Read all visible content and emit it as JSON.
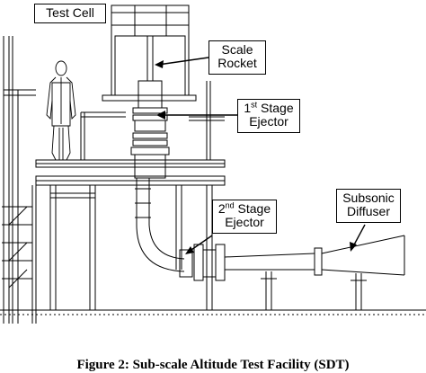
{
  "labels": {
    "test_cell": "Test Cell",
    "scale_rocket": [
      "Scale",
      "Rocket"
    ],
    "first_stage": {
      "num": "1",
      "sup": "st",
      "rest": " Stage",
      "line2": "Ejector"
    },
    "second_stage": {
      "num": "2",
      "sup": "nd",
      "rest": " Stage",
      "line2": "Ejector"
    },
    "subsonic_diffuser": [
      "Subsonic",
      "Diffuser"
    ]
  },
  "caption": "Figure 2: Sub-scale Altitude Test Facility (SDT)"
}
